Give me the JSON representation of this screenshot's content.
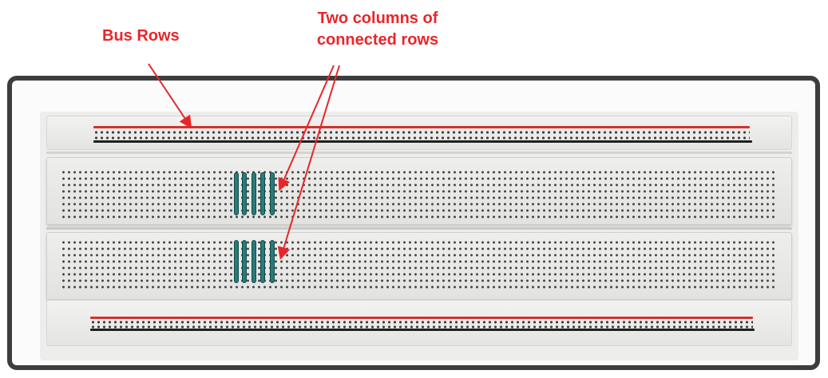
{
  "labels": {
    "bus_rows": "Bus Rows",
    "columns_line1": "Two columns of",
    "columns_line2": "connected rows"
  },
  "colors": {
    "label_red": "#e8262a",
    "rail_positive": "#d2312f",
    "rail_negative": "#1f1f1f",
    "connection_strip": "#2a7a78",
    "frame": "#3d3d3d"
  }
}
